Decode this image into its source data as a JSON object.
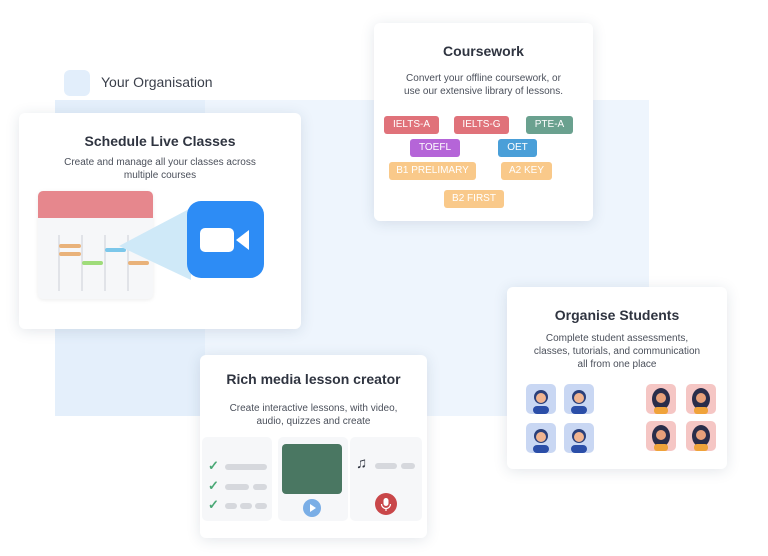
{
  "organisation": {
    "label": "Your Organisation"
  },
  "schedule": {
    "title": "Schedule Live Classes",
    "description": "Create and manage all your classes across\nmultiple courses"
  },
  "coursework": {
    "title": "Coursework",
    "description": "Convert your offline coursework, or\nuse our extensive library of lessons.",
    "tags": [
      {
        "label": "IELTS-A",
        "color": "#e0727a"
      },
      {
        "label": "IELTS-G",
        "color": "#e0727a"
      },
      {
        "label": "PTE-A",
        "color": "#6aa18f"
      },
      {
        "label": "TOEFL",
        "color": "#b565d8"
      },
      {
        "label": "OET",
        "color": "#4a9fd8"
      },
      {
        "label": "B1 PRELIMARY",
        "color": "#f9c98a"
      },
      {
        "label": "A2 KEY",
        "color": "#f9c98a"
      },
      {
        "label": "B2 FIRST",
        "color": "#f9c98a"
      }
    ]
  },
  "students": {
    "title": "Organise Students",
    "description": "Complete student assessments,\nclasses, tutorials, and communication\nall from one place"
  },
  "rich_media": {
    "title": "Rich media lesson creator",
    "description": "Create interactive lessons, with video,\naudio, quizzes and create"
  },
  "colors": {
    "accent_blue": "#2d8cf5",
    "calendar_header": "#e6878d",
    "video_tile": "#4a7762"
  },
  "icons": [
    "video-camera-icon",
    "check-icon",
    "play-icon",
    "music-note-icon",
    "microphone-icon"
  ]
}
